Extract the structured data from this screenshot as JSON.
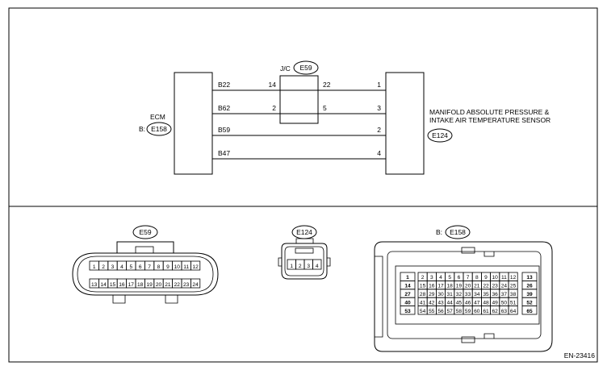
{
  "ecm": {
    "label": "ECM",
    "conn_prefix": "B:",
    "conn_badge": "E158",
    "pins": [
      "B22",
      "B62",
      "B59",
      "B47"
    ]
  },
  "jc": {
    "label": "J/C",
    "badge": "E59",
    "left_pins": [
      "14",
      "2"
    ],
    "right_pins": [
      "22",
      "5"
    ]
  },
  "sensor": {
    "line1": "MANIFOLD ABSOLUTE PRESSURE &",
    "line2": "INTAKE AIR TEMPERATURE SENSOR",
    "badge": "E124",
    "pins": [
      "1",
      "3",
      "2",
      "4"
    ]
  },
  "connectors": {
    "e59": {
      "badge": "E59",
      "row1": [
        "1",
        "2",
        "3",
        "4",
        "5",
        "6",
        "7",
        "8",
        "9",
        "10",
        "11",
        "12"
      ],
      "row2": [
        "13",
        "14",
        "15",
        "16",
        "17",
        "18",
        "19",
        "20",
        "21",
        "22",
        "23",
        "24"
      ]
    },
    "e124": {
      "badge": "E124",
      "row1": [
        "1",
        "2",
        "3",
        "4"
      ]
    },
    "e158": {
      "prefix": "B:",
      "badge": "E158",
      "left_col": [
        "1",
        "14",
        "27",
        "40",
        "53"
      ],
      "right_col": [
        "13",
        "26",
        "39",
        "52",
        "65"
      ],
      "grid": [
        [
          "2",
          "3",
          "4",
          "5",
          "6",
          "7",
          "8",
          "9",
          "10",
          "11",
          "12"
        ],
        [
          "15",
          "16",
          "17",
          "18",
          "19",
          "20",
          "21",
          "22",
          "23",
          "24",
          "25"
        ],
        [
          "28",
          "29",
          "30",
          "31",
          "32",
          "33",
          "34",
          "35",
          "36",
          "37",
          "38"
        ],
        [
          "41",
          "42",
          "43",
          "44",
          "45",
          "46",
          "47",
          "48",
          "49",
          "50",
          "51"
        ],
        [
          "54",
          "55",
          "56",
          "57",
          "58",
          "59",
          "60",
          "61",
          "62",
          "63",
          "64"
        ]
      ]
    }
  },
  "figure_id": "EN-23416"
}
